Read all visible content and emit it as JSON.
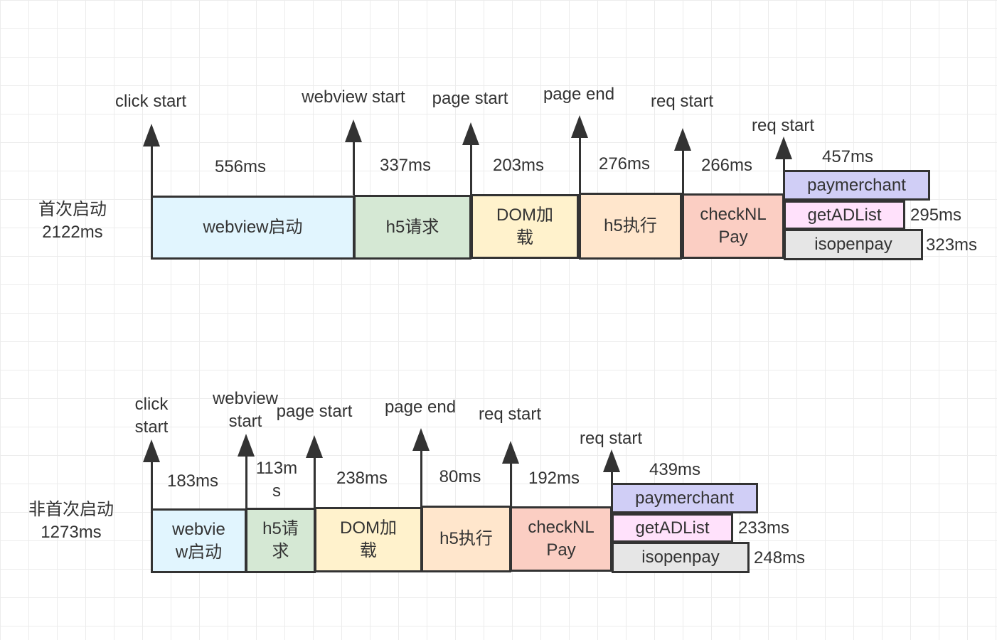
{
  "first_launch": {
    "title": "首次启动",
    "total": "2122ms",
    "events": {
      "click_start": "click start",
      "webview_start": "webview start",
      "page_start": "page start",
      "page_end": "page end",
      "req_start_1": "req start",
      "req_start_2": "req start"
    },
    "durations": {
      "webview": "556ms",
      "h5_request": "337ms",
      "dom_load": "203ms",
      "h5_execute": "276ms",
      "check_nlpay": "266ms",
      "paymerchant": "457ms",
      "getadlist": "295ms",
      "isopenpay": "323ms"
    },
    "stages": {
      "webview": "webview启动",
      "h5_request": "h5请求",
      "dom_load": "DOM加载",
      "h5_execute": "h5执行",
      "check_nlpay": "checkNLPay",
      "paymerchant": "paymerchant",
      "getadlist": "getADList",
      "isopenpay": "isopenpay"
    }
  },
  "subsequent_launch": {
    "title": "非首次启动",
    "total": "1273ms",
    "events": {
      "click_start": "click start",
      "webview_start": "webview start",
      "page_start": "page start",
      "page_end": "page end",
      "req_start_1": "req start",
      "req_start_2": "req start"
    },
    "durations": {
      "webview": "183ms",
      "h5_request": "113ms",
      "dom_load": "238ms",
      "h5_execute": "80ms",
      "check_nlpay": "192ms",
      "paymerchant": "439ms",
      "getadlist": "233ms",
      "isopenpay": "248ms"
    },
    "stages": {
      "webview": "webview启动",
      "h5_request": "h5请求",
      "dom_load": "DOM加载",
      "h5_execute": "h5执行",
      "check_nlpay": "checkNLPay",
      "paymerchant": "paymerchant",
      "getadlist": "getADList",
      "isopenpay": "isopenpay"
    }
  },
  "colors": {
    "stroke": "#333333",
    "webview_fill": "#e1f5fe",
    "h5_request_fill": "#d5e8d4",
    "dom_load_fill": "#fff2cc",
    "h5_execute_fill": "#ffe6cc",
    "check_nlpay_fill": "#fbcec3",
    "paymerchant_fill": "#d0cef6",
    "getadlist_fill": "#ffe1fb",
    "isopenpay_fill": "#e6e6e6"
  }
}
